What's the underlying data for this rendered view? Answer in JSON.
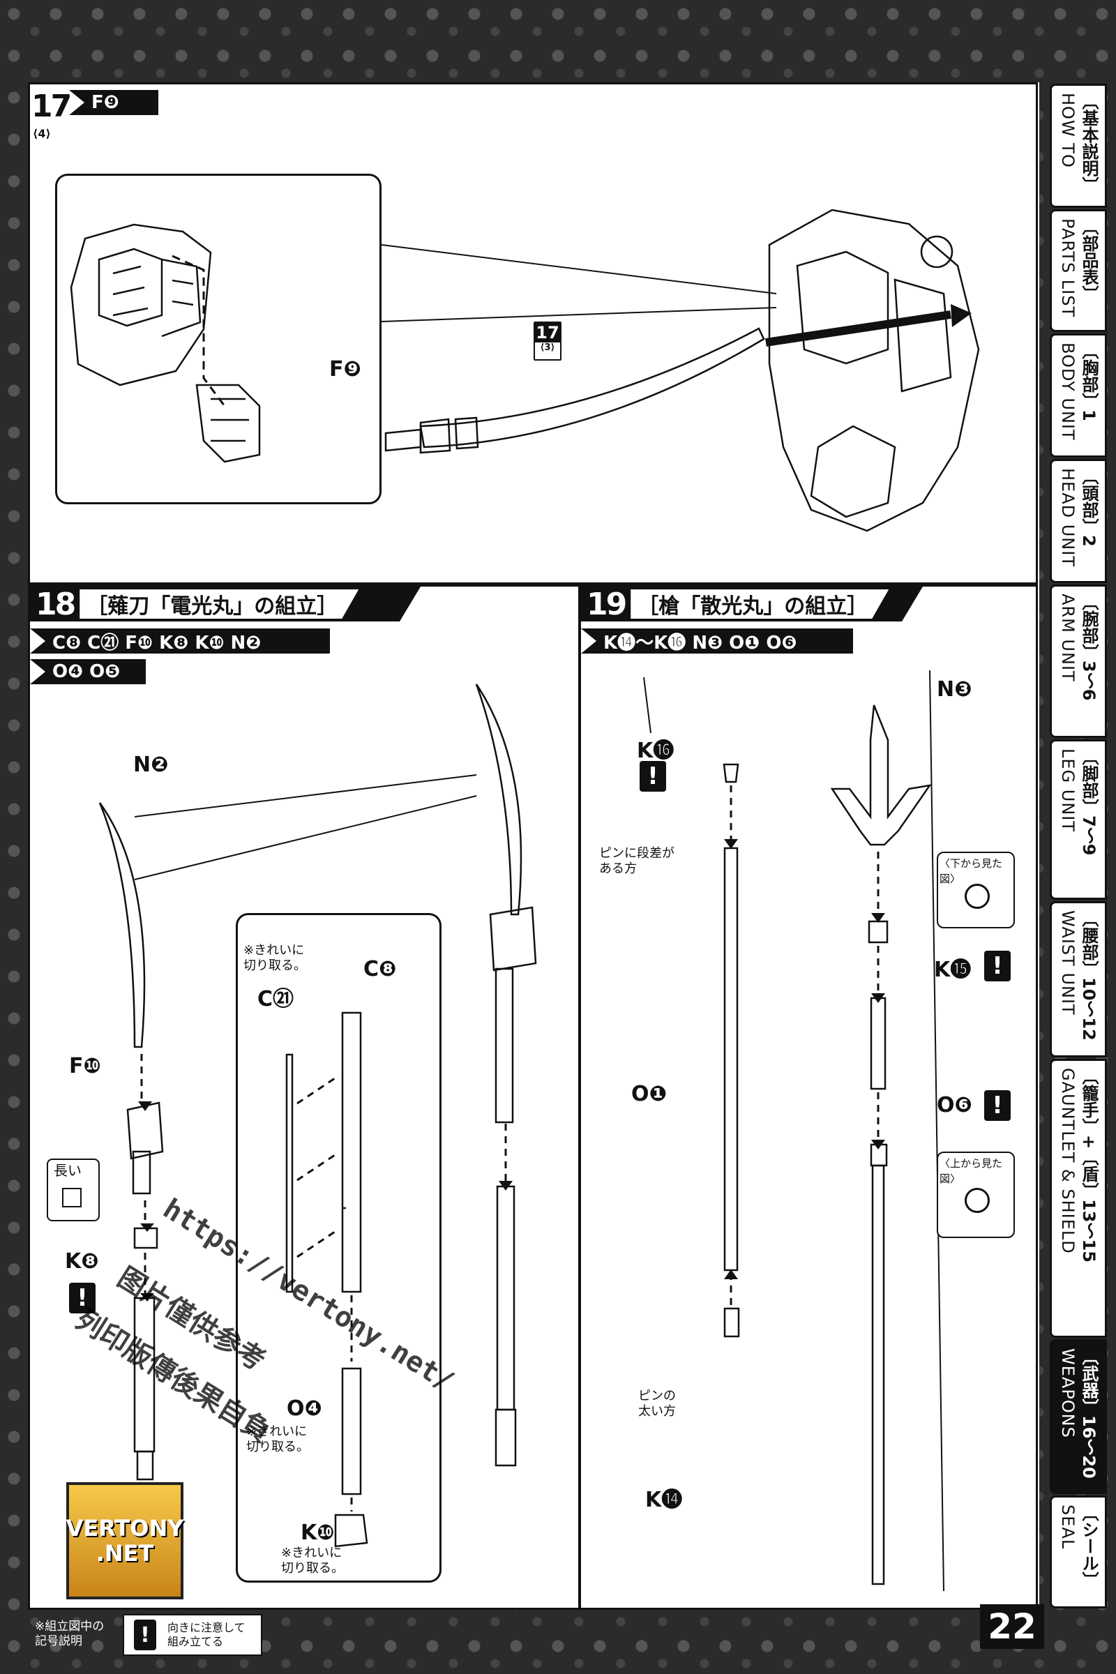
{
  "page": {
    "number": "22"
  },
  "step17": {
    "num": "17",
    "sub": "⟨4⟩",
    "parts": "F❾",
    "label_f9": "F❾",
    "callout_num": "17",
    "callout_sub": "⟨3⟩"
  },
  "step18": {
    "num": "18",
    "title": "［薙刀「電光丸」の組立］",
    "parts_line1": "C❽ C㉑ F❿ K❽ K❿ N❷",
    "parts_line2": "O❹ O❺",
    "label_n2": "N❷",
    "label_f10": "F❿",
    "label_k8": "K❽",
    "label_long": "長い",
    "label_c8": "C❽",
    "label_c21": "C㉑",
    "note_clean1": "※きれいに\n切り取る。",
    "label_o4": "O❹",
    "note_clean2": "※きれいに\n切り取る。",
    "label_k10": "K❿",
    "note_clean3": "※きれいに\n切り取る。"
  },
  "step19": {
    "num": "19",
    "title": "［槍「散光丸」の組立］",
    "parts_line1": "K⓮〜K⓰ N❸ O❶ O❻",
    "label_k16": "K⓰",
    "label_pin_step": "ピンに段差が\nある方",
    "label_o1": "O❶",
    "label_pin_thick": "ピンの\n太い方",
    "label_k14": "K⓮",
    "label_n3": "N❸",
    "label_view_below": "〈下から見た図〉",
    "label_k15": "K⓯",
    "label_o6": "O❻",
    "label_view_above": "〈上から見た図〉"
  },
  "tabs": [
    {
      "jp": "〔基本説明〕",
      "en": "HOW TO"
    },
    {
      "jp": "〔部品表〕",
      "en": "PARTS LIST"
    },
    {
      "jp": "〔胸部〕1",
      "en": "BODY UNIT"
    },
    {
      "jp": "〔頭部〕2",
      "en": "HEAD UNIT"
    },
    {
      "jp": "〔腕部〕3〜6",
      "en": "ARM UNIT"
    },
    {
      "jp": "〔脚部〕7〜9",
      "en": "LEG UNIT"
    },
    {
      "jp": "〔腰部〕10〜12",
      "en": "WAIST UNIT"
    },
    {
      "jp": "〔籠手〕+〔盾〕13〜15",
      "en": "GAUNTLET & SHIELD"
    },
    {
      "jp": "〔武器〕16〜20",
      "en": "WEAPONS"
    },
    {
      "jp": "〔シール〕",
      "en": "SEAL"
    }
  ],
  "footer": {
    "legend_title": "※組立図中の\n記号説明",
    "legend_text": "向きに注意して\n組み立てる"
  },
  "watermark": {
    "url": "https://vertony.net/",
    "cn1": "图片僅供参考",
    "cn2": "列印版傳後果自負",
    "logo1": "VERTONY",
    "logo2": ".NET"
  },
  "colors": {
    "ink": "#111111",
    "paper": "#ffffff",
    "border": "#2b2b2b",
    "logo": "#e0a530"
  }
}
